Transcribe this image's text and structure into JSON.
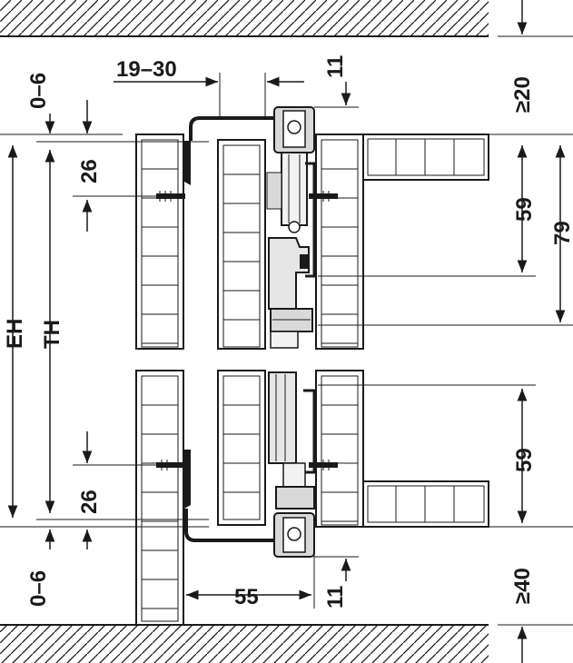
{
  "diagram": {
    "labels": {
      "gap_top": "0–6",
      "offset": "19–30",
      "clear_top": "11",
      "ceiling": "≥20",
      "rail_top": "26",
      "eh": "EH",
      "th": "TH",
      "upper_59": "59",
      "upper_79": "79",
      "rail_bottom": "26",
      "lower_59": "59",
      "gap_bottom": "0–6",
      "width_55": "55",
      "clear_bottom": "11",
      "floor": "≥40"
    },
    "colors": {
      "line": "#1a1a1a",
      "fill_gray": "#d9d9d9",
      "fill_light": "#f2f2f2"
    }
  }
}
